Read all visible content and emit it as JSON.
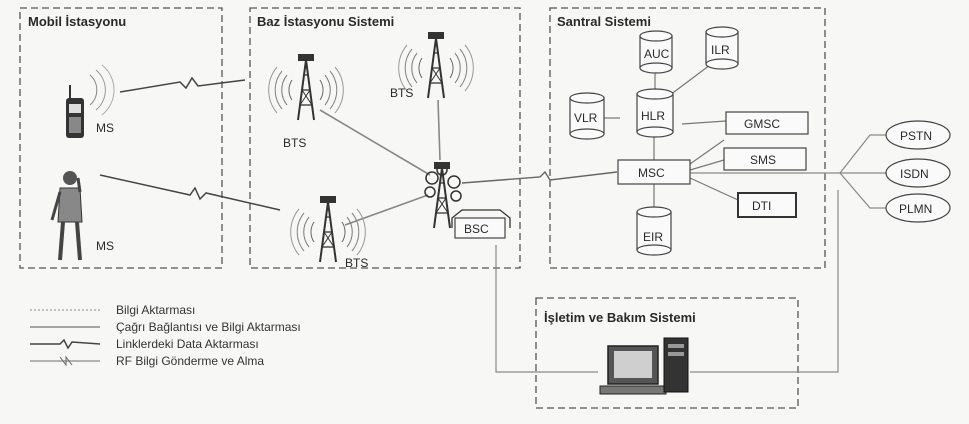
{
  "panels": {
    "mobile": "Mobil İstasyonu",
    "base": "Baz İstasyonu Sistemi",
    "switching": "Santral Sistemi",
    "oms": "İşletim ve Bakım Sistemi"
  },
  "nodes": {
    "ms_phone": "MS",
    "ms_person": "MS",
    "bts_1": "BTS",
    "bts_2": "BTS",
    "bts_3": "BTS",
    "bsc": "BSC",
    "auc": "AUC",
    "ilr": "ILR",
    "vlr": "VLR",
    "hlr": "HLR",
    "msc": "MSC",
    "gmsc": "GMSC",
    "sms": "SMS",
    "dti": "DTI",
    "eir": "EIR"
  },
  "networks": [
    "PSTN",
    "ISDN",
    "PLMN"
  ],
  "legend": [
    "Bilgi Aktarması",
    "Çağrı Bağlantısı ve Bilgi Aktarması",
    "Linklerdeki Data Aktarması",
    "RF Bilgi Gönderme ve Alma"
  ]
}
